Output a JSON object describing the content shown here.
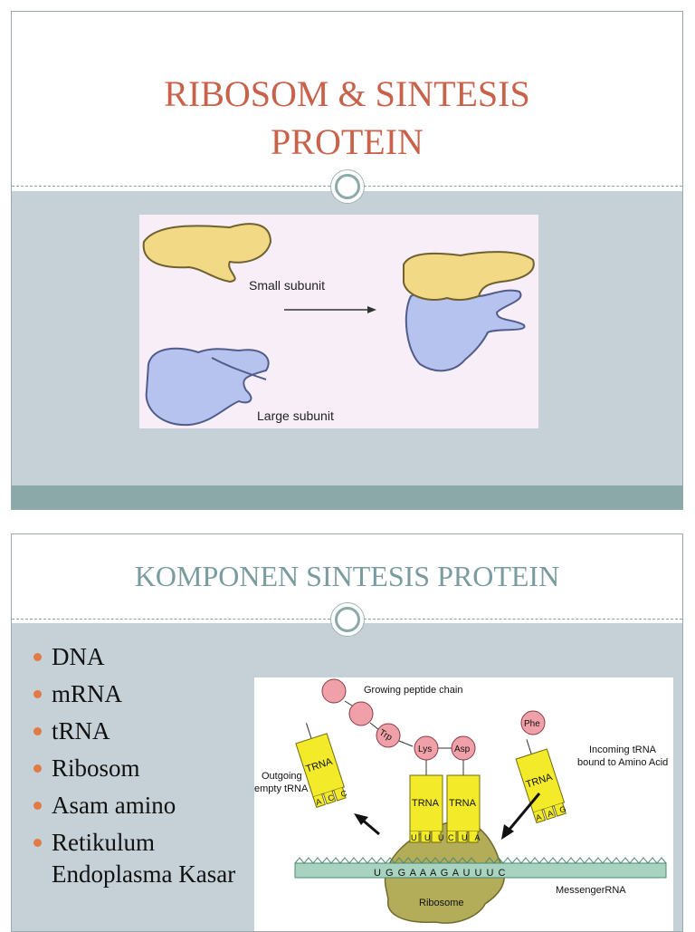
{
  "slide1": {
    "title_line1": "RIBOSOM & SINTESIS",
    "title_line2": "PROTEIN",
    "figure": {
      "small_label": "Small subunit",
      "large_label": "Large subunit"
    }
  },
  "slide2": {
    "title": "KOMPONEN SINTESIS PROTEIN",
    "bullets": [
      "DNA",
      "mRNA",
      "tRNA",
      "Ribosom",
      "Asam amino",
      "Retikulum Endoplasma Kasar"
    ],
    "figure": {
      "peptide_label": "Growing peptide chain",
      "outgoing_label_1": "Outgoing",
      "outgoing_label_2": "empty tRNA",
      "incoming_label_1": "Incoming  tRNA",
      "incoming_label_2": "bound to Amino Acid",
      "trna": "TRNA",
      "trp": "Trp",
      "lys": "Lys",
      "asp": "Asp",
      "phe": "Phe",
      "ribosome": "Ribosome",
      "mrna": "MessengerRNA",
      "mrna_seq": "U G G A A A G A U U U C",
      "codon_out": "A C C",
      "codon_lys": "U U U",
      "codon_asp": "C U A",
      "codon_in": "A A G"
    }
  }
}
